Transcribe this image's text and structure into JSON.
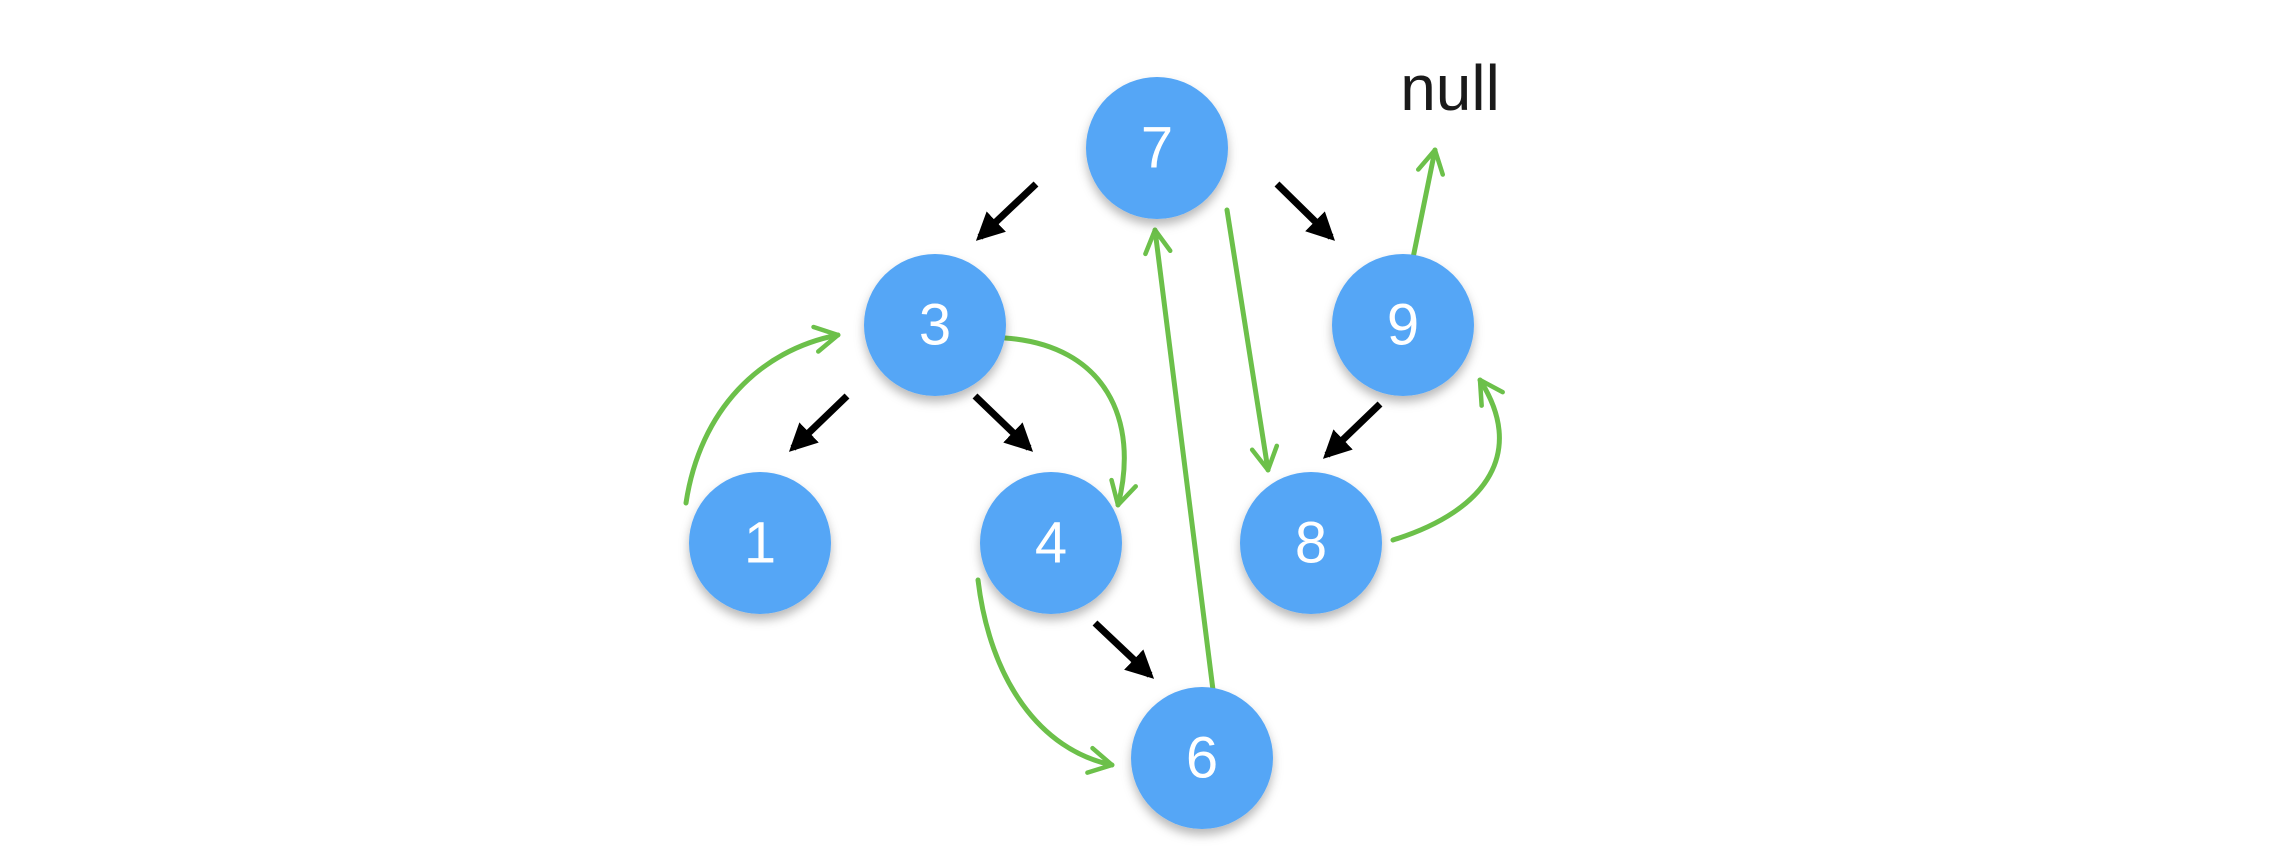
{
  "diagram": {
    "null_label": "null",
    "nodes": [
      {
        "id": "n7",
        "label": "7"
      },
      {
        "id": "n3",
        "label": "3"
      },
      {
        "id": "n9",
        "label": "9"
      },
      {
        "id": "n1",
        "label": "1"
      },
      {
        "id": "n4",
        "label": "4"
      },
      {
        "id": "n8",
        "label": "8"
      },
      {
        "id": "n6",
        "label": "6"
      }
    ],
    "colors": {
      "node_fill": "#55a6f6",
      "node_text": "#ffffff",
      "tree_edge": "#000000",
      "traversal_edge": "#6cc04a"
    }
  }
}
